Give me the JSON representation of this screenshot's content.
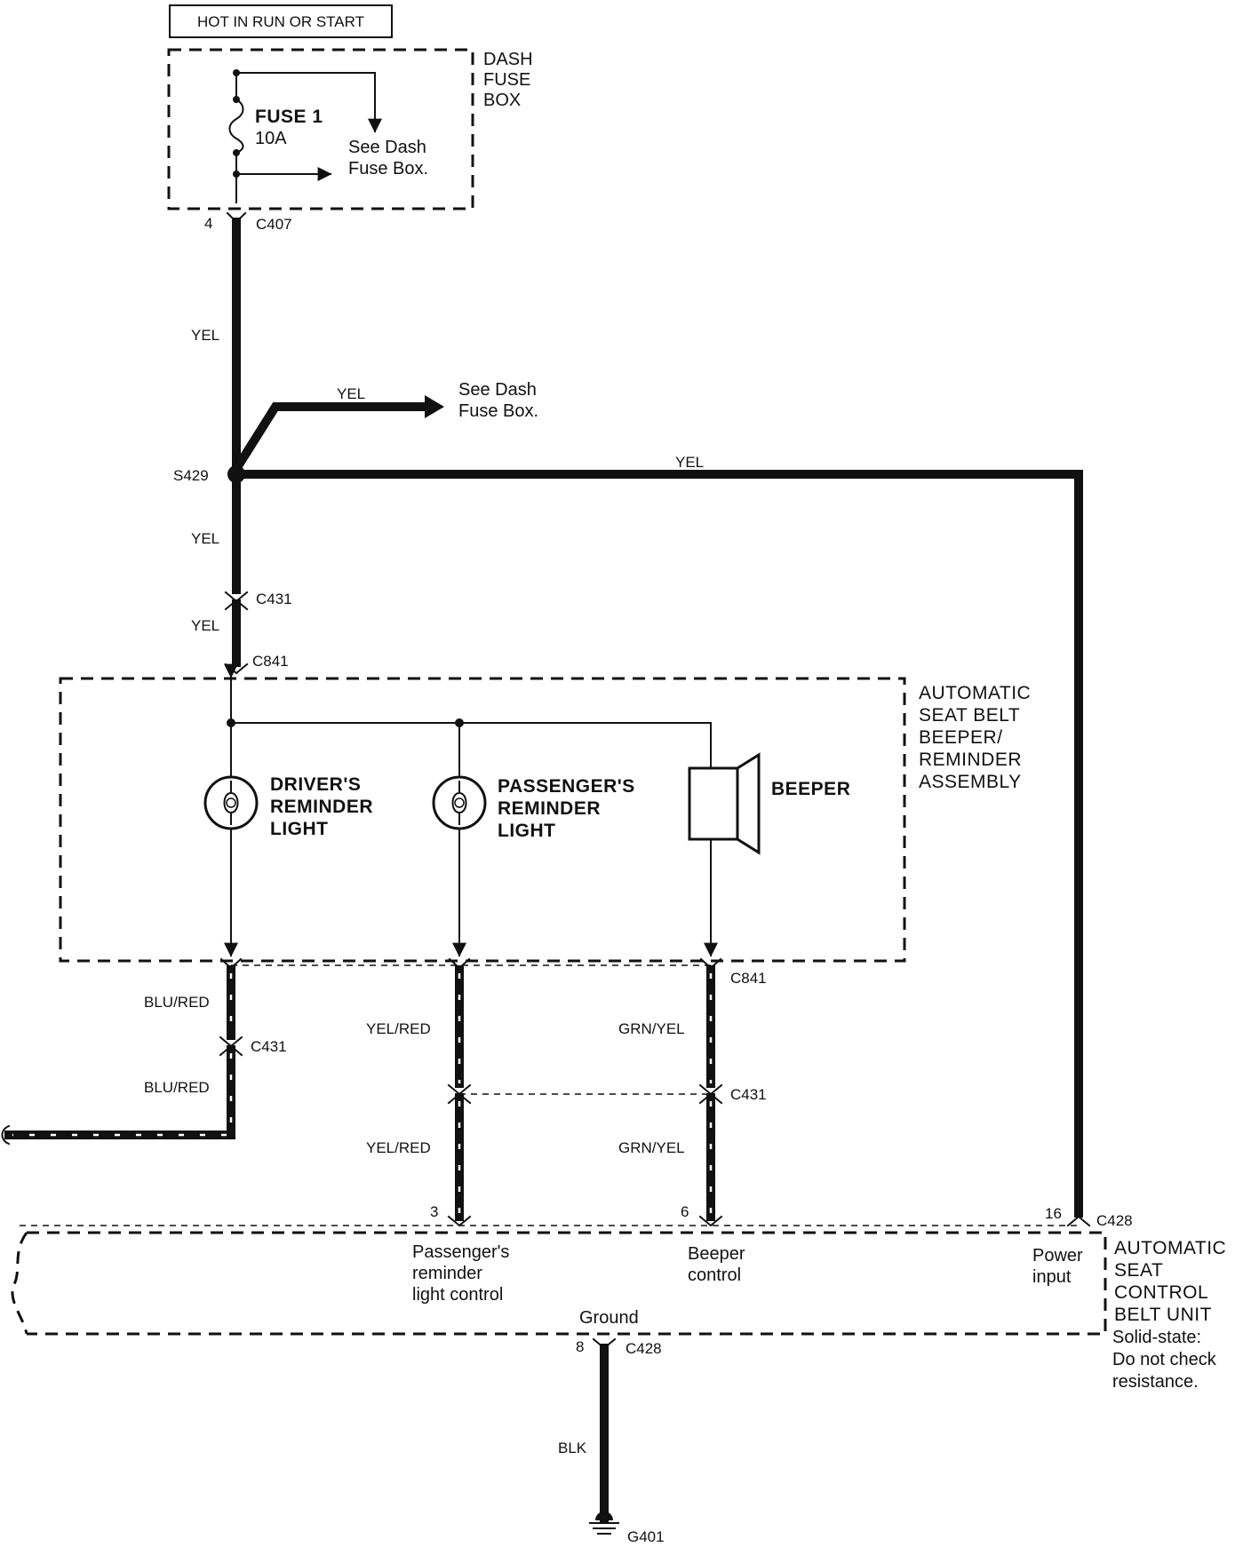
{
  "power_header": "HOT IN RUN OR START",
  "dash_fuse_box": {
    "title": [
      "DASH",
      "FUSE",
      "BOX"
    ],
    "fuse_name": "FUSE 1",
    "fuse_rating": "10A",
    "see_ref": [
      "See Dash",
      "Fuse Box."
    ]
  },
  "connectors": {
    "c407": "C407",
    "c407_pin": "4",
    "s429": "S429",
    "c431": "C431",
    "c841": "C841",
    "c428": "C428",
    "pin_3": "3",
    "pin_6": "6",
    "pin_16": "16",
    "pin_8": "8",
    "g401": "G401"
  },
  "wires": {
    "yel": "YEL",
    "blu_red": "BLU/RED",
    "yel_red": "YEL/RED",
    "grn_yel": "GRN/YEL",
    "blk": "BLK"
  },
  "branch_ref": [
    "See Dash",
    "Fuse Box."
  ],
  "beeper_assembly": {
    "title": [
      "AUTOMATIC",
      "SEAT BELT",
      "BEEPER/",
      "REMINDER",
      "ASSEMBLY"
    ],
    "driver_light": [
      "DRIVER'S",
      "REMINDER",
      "LIGHT"
    ],
    "passenger_light": [
      "PASSENGER'S",
      "REMINDER",
      "LIGHT"
    ],
    "beeper": "BEEPER"
  },
  "control_unit": {
    "title": [
      "AUTOMATIC",
      "SEAT",
      "CONTROL",
      "BELT UNIT"
    ],
    "note": [
      "Solid-state:",
      "Do not check",
      "resistance."
    ],
    "passenger_control": [
      "Passenger's",
      "reminder",
      "light control"
    ],
    "beeper_control": [
      "Beeper",
      "control"
    ],
    "power_input": [
      "Power",
      "input"
    ],
    "ground": "Ground"
  }
}
